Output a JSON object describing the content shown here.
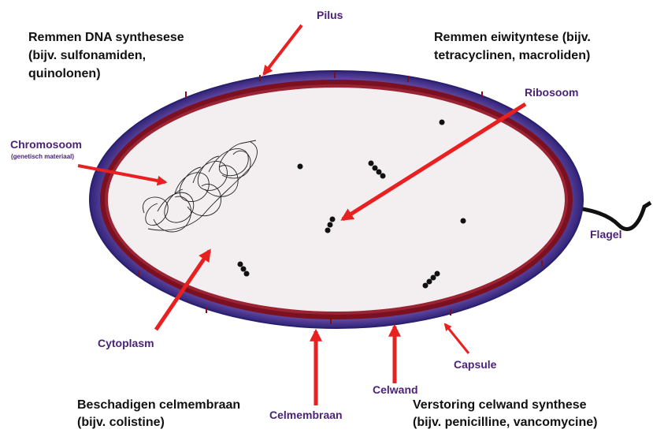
{
  "inhibitors": {
    "dna": [
      "Remmen DNA synthesese",
      "(bijv. sulfonamiden,",
      "quinolonen)"
    ],
    "protein": [
      "Remmen eiwityntese (bijv.",
      "tetracyclinen, macroliden)"
    ],
    "membrane": [
      "Beschadigen celmembraan",
      "(bijv. colistine)"
    ],
    "cellwall": [
      "Verstoring celwand synthese",
      "(bijv. penicilline, vancomycine)"
    ]
  },
  "structures": {
    "pilus": "Pilus",
    "ribosome": "Ribosoom",
    "chromosome": "Chromosoom",
    "chromosome_note": "(genetisch materiaal)",
    "flagellum": "Flagel",
    "cytoplasm": "Cytoplasm",
    "capsule": "Capsule",
    "cell_wall": "Celwand",
    "cell_membrane": "Celmembraan"
  },
  "colors": {
    "capsule": "#3b2a85",
    "capsule_highlight": "#8b5fb8",
    "cell_wall": "#7a1020",
    "interior": "#f3eef0",
    "arrow": "#e82020",
    "label_purple": "#4a2378"
  }
}
